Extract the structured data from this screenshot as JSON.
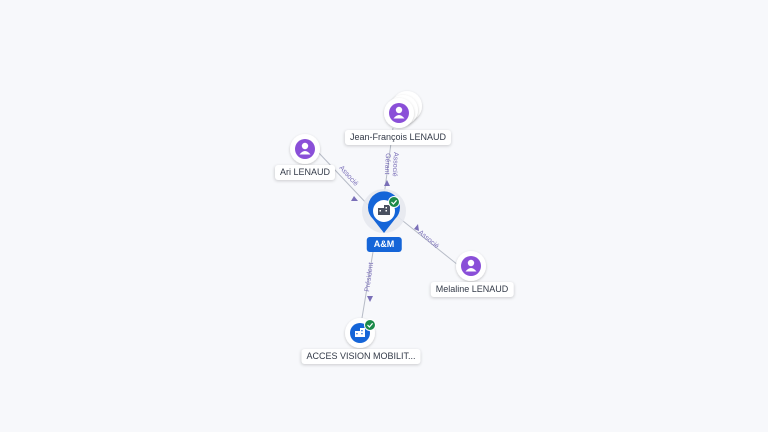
{
  "colors": {
    "background": "#f7f8fb",
    "person_accent": "#8a4fd8",
    "company_accent": "#1565d8",
    "verified_badge": "#1c8a4a",
    "edge": "#b7bcc7",
    "edge_label": "#7a6fb8"
  },
  "nodes": {
    "main": {
      "label": "A&M",
      "icon": "building-icon",
      "verified": true
    },
    "jf": {
      "label": "Jean-François LENAUD",
      "icon": "person-icon"
    },
    "ari": {
      "label": "Ari LENAUD",
      "icon": "person-icon"
    },
    "melaline": {
      "label": "Melaline LENAUD",
      "icon": "person-icon"
    },
    "acces": {
      "label": "ACCES VISION MOBILIT...",
      "icon": "building-icon",
      "verified": true
    }
  },
  "edges": {
    "jf_role1": "Gérant",
    "jf_role2": "Associé",
    "ari_role": "Associé",
    "melaline_role": "Associé",
    "acces_role": "Président"
  }
}
